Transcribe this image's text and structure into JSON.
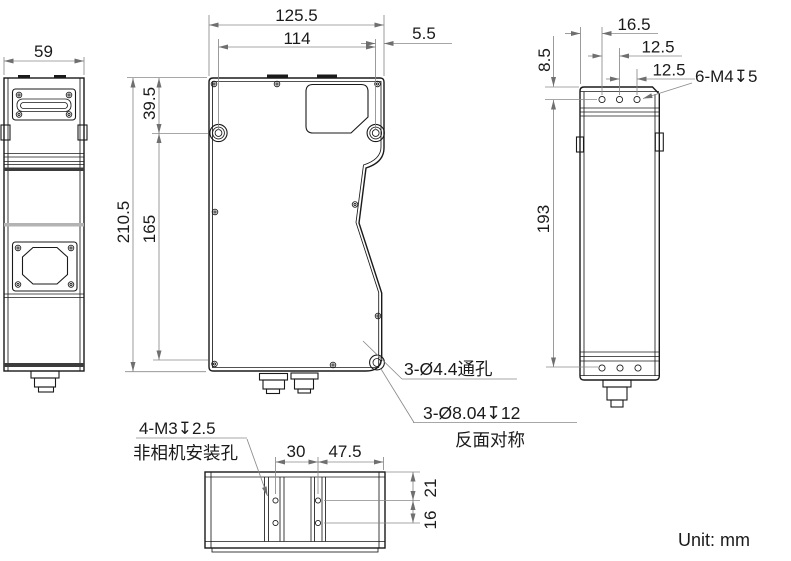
{
  "drawing_title": "Camera housing dimensional drawing",
  "colors": {
    "edge": "#1a1a1a",
    "dim_line": "#8a8a8a",
    "text": "#1a1a1a",
    "background": "#ffffff",
    "band": "#3c3c3c"
  },
  "dims": {
    "side_width": "59",
    "front_overall_width": "125.5",
    "front_hole_span_width": "114",
    "front_edge_offset": "5.5",
    "front_top_to_hole": "39.5",
    "front_overall_height": "210.5",
    "front_hole_span_height": "165",
    "right_edge_to_hole": "16.5",
    "right_hole_pitch_1": "12.5",
    "right_hole_pitch_2": "12.5",
    "right_top_to_hole": "8.5",
    "right_hole_span": "193",
    "bottom_hole_pitch": "30",
    "bottom_hole_to_edge": "47.5",
    "bottom_edge_to_hole": "21",
    "bottom_hole_pitch_v": "16"
  },
  "notes": {
    "right_thread": "6-M4↧5",
    "front_through_hole": "3-Ø4.4通孔",
    "front_counterbore": "3-Ø8.04↧12",
    "front_counterbore_note": "反面对称",
    "bottom_thread": "4-M3↧2.5",
    "bottom_thread_note": "非相机安装孔",
    "unit": "Unit: mm"
  }
}
